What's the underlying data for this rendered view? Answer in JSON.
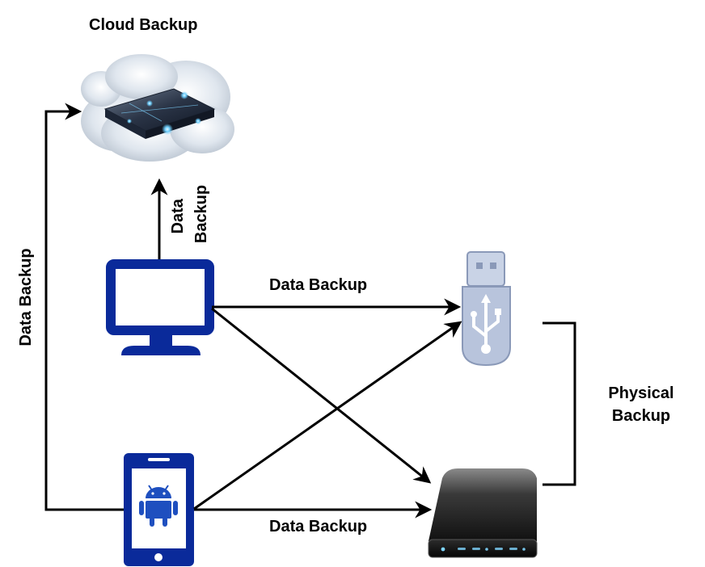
{
  "diagram": {
    "cloud": {
      "title": "Cloud Backup",
      "icon": "cloud-server-icon"
    },
    "desktop": {
      "icon": "monitor-icon",
      "color": "#0A2A9A"
    },
    "phone": {
      "icon": "android-phone-icon",
      "color": "#0A2A9A",
      "android_color": "#1E4FBF"
    },
    "usb": {
      "icon": "usb-drive-icon",
      "color": "#B8C4DC"
    },
    "hdd": {
      "icon": "external-hard-drive-icon"
    },
    "labels": {
      "desktop_to_cloud": "Data\nBackup",
      "phone_to_cloud": "Data Backup",
      "desktop_to_usb": "Data Backup",
      "phone_to_hdd": "Data Backup",
      "physical": "Physical\nBackup"
    },
    "arrow_color": "#000000"
  }
}
